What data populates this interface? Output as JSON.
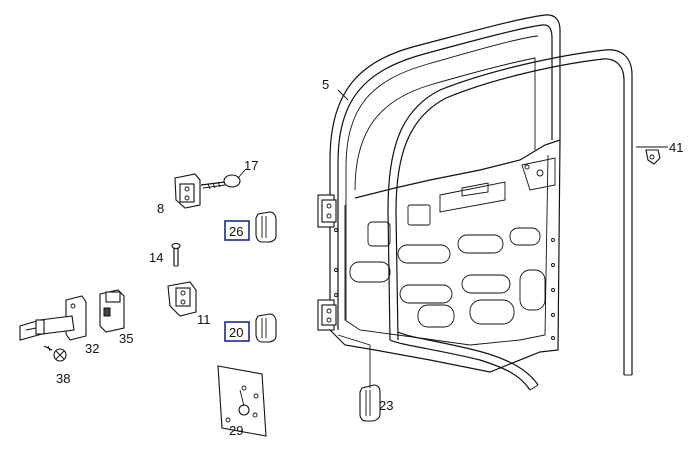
{
  "labels": {
    "p5": "5",
    "p17": "17",
    "p8": "8",
    "p26": "26",
    "p14": "14",
    "p11": "11",
    "p20": "20",
    "p32": "32",
    "p35": "35",
    "p38": "38",
    "p29": "29",
    "p23": "23",
    "p41": "41"
  },
  "highlight_color": "#1a2b8f"
}
